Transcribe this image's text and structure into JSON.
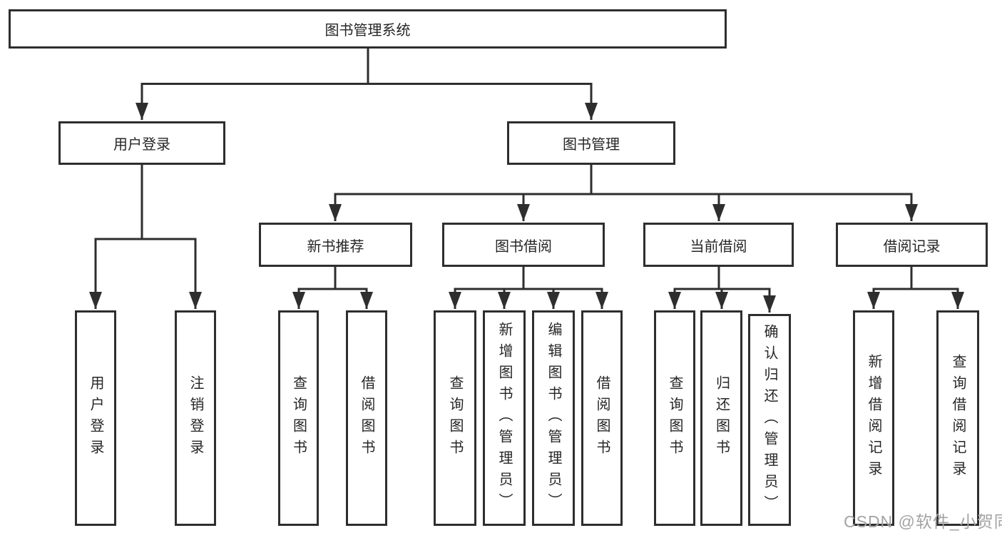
{
  "tree": {
    "root": "图书管理系统",
    "children": [
      {
        "label": "用户登录",
        "children": [
          "用户登录",
          "注销登录"
        ]
      },
      {
        "label": "图书管理",
        "children": [
          {
            "label": "新书推荐",
            "children": [
              "查询图书",
              "借阅图书"
            ]
          },
          {
            "label": "图书借阅",
            "children": [
              "查询图书",
              "新增图书（管理员）",
              "编辑图书（管理员）",
              "借阅图书"
            ]
          },
          {
            "label": "当前借阅",
            "children": [
              "查询图书",
              "归还图书",
              "确认归还（管理员）"
            ]
          },
          {
            "label": "借阅记录",
            "children": [
              "新增借阅记录",
              "查询借阅记录"
            ]
          }
        ]
      }
    ]
  },
  "watermark": "CSDN @软件_小贺同学",
  "colors": {
    "line": "#2e2e2e",
    "text": "#262626",
    "watermark": "#a3a3a3",
    "background": "#ffffff"
  }
}
